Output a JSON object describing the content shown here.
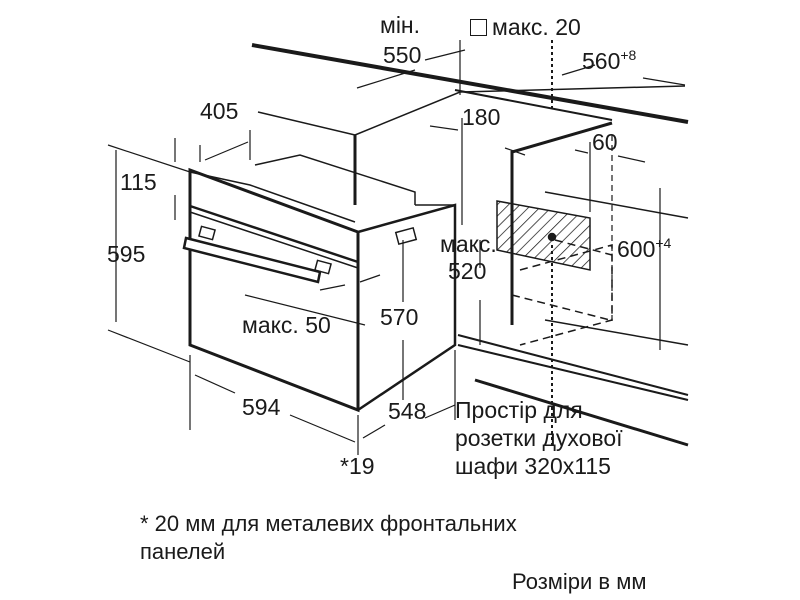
{
  "diagram": {
    "dimensions": {
      "min_label": "мін.",
      "min_width": "550",
      "max_label_20": "макс. 20",
      "niche_width": "560",
      "niche_width_tol": "+8",
      "depth_405": "405",
      "depth_180": "180",
      "offset_60": "60",
      "height_115": "115",
      "height_595": "595",
      "max_label_520": "макс.",
      "depth_520": "520",
      "niche_height": "600",
      "niche_height_tol": "+4",
      "height_570": "570",
      "max_50": "макс. 50",
      "width_594": "594",
      "depth_548": "548",
      "front_19": "*19"
    },
    "socket_note": [
      "Простір для",
      "розетки духової",
      "шафи 320x115"
    ],
    "footnote": [
      "* 20 мм для металевих фронтальних",
      "панелей"
    ],
    "units_note": "Розміри в мм"
  }
}
